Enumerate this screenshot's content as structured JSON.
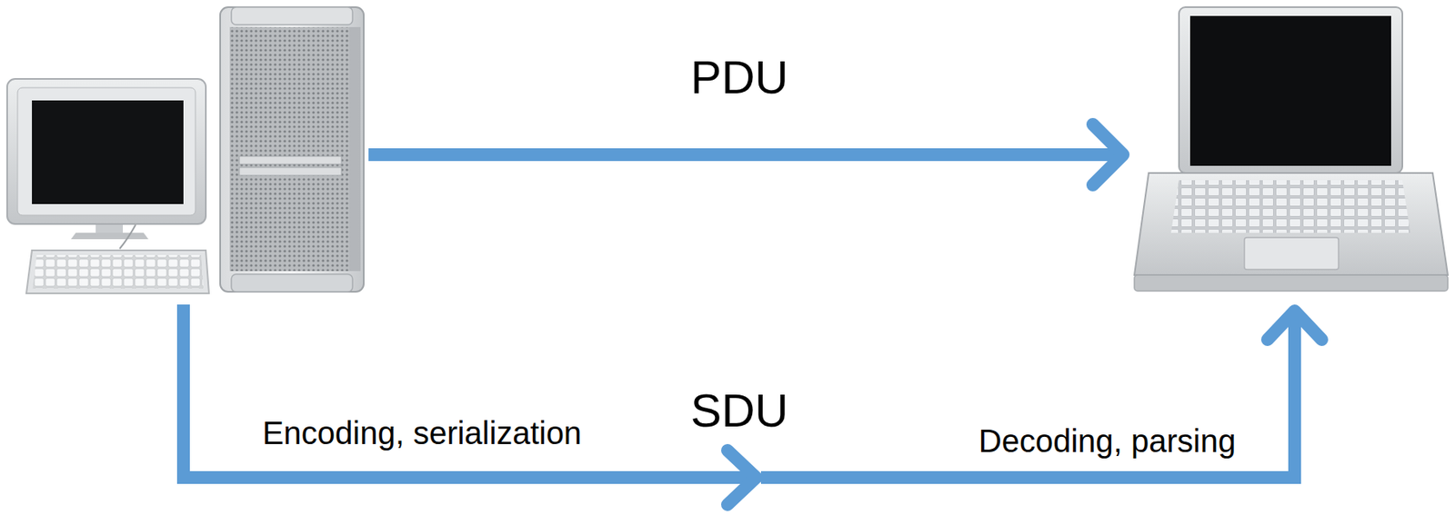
{
  "diagram": {
    "labels": [
      "PDU",
      "SDU",
      "Encoding, serialization",
      "Decoding, parsing"
    ]
  }
}
